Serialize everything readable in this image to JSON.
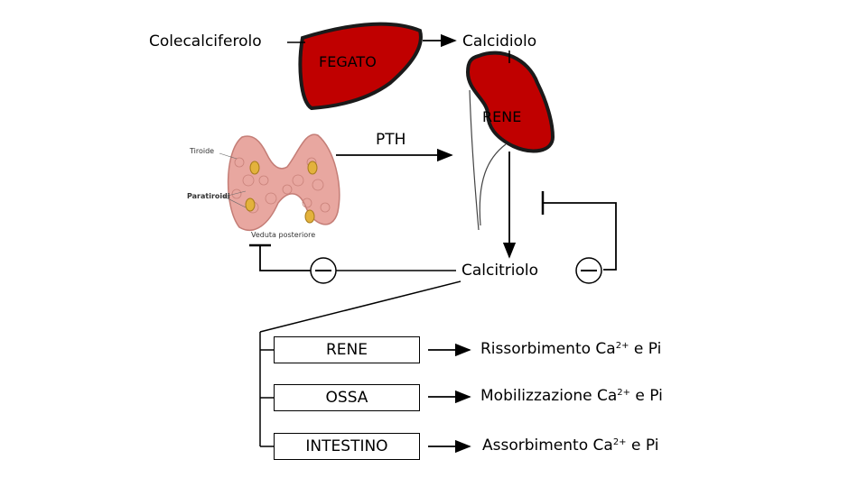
{
  "precursor": "Colecalciferolo",
  "liver_label": "FEGATO",
  "intermediate": "Calcidiolo",
  "kidney_label": "RENE",
  "pth_label": "PTH",
  "active_form": "Calcitriolo",
  "inhibition_symbol": "−",
  "thyroid_labels": {
    "thyroid": "Tiroide",
    "parathyroid": "Paratiroidi",
    "view": "Veduta posteriore"
  },
  "targets": [
    {
      "organ": "RENE",
      "effect_prefix": "Rissorbimento Ca",
      "superscript": "2+",
      "effect_suffix": " e Pi"
    },
    {
      "organ": "OSSA",
      "effect_prefix": "Mobilizzazione Ca",
      "superscript": "2+",
      "effect_suffix": " e Pi"
    },
    {
      "organ": "INTESTINO",
      "effect_prefix": "Assorbimento Ca",
      "superscript": "2+",
      "effect_suffix": " e Pi"
    }
  ],
  "colors": {
    "organ_fill": "#c00000",
    "organ_stroke": "#1a1a1a",
    "thyroid_fill": "#e8a7a0",
    "parathyroid_fill": "#e3b23c"
  }
}
